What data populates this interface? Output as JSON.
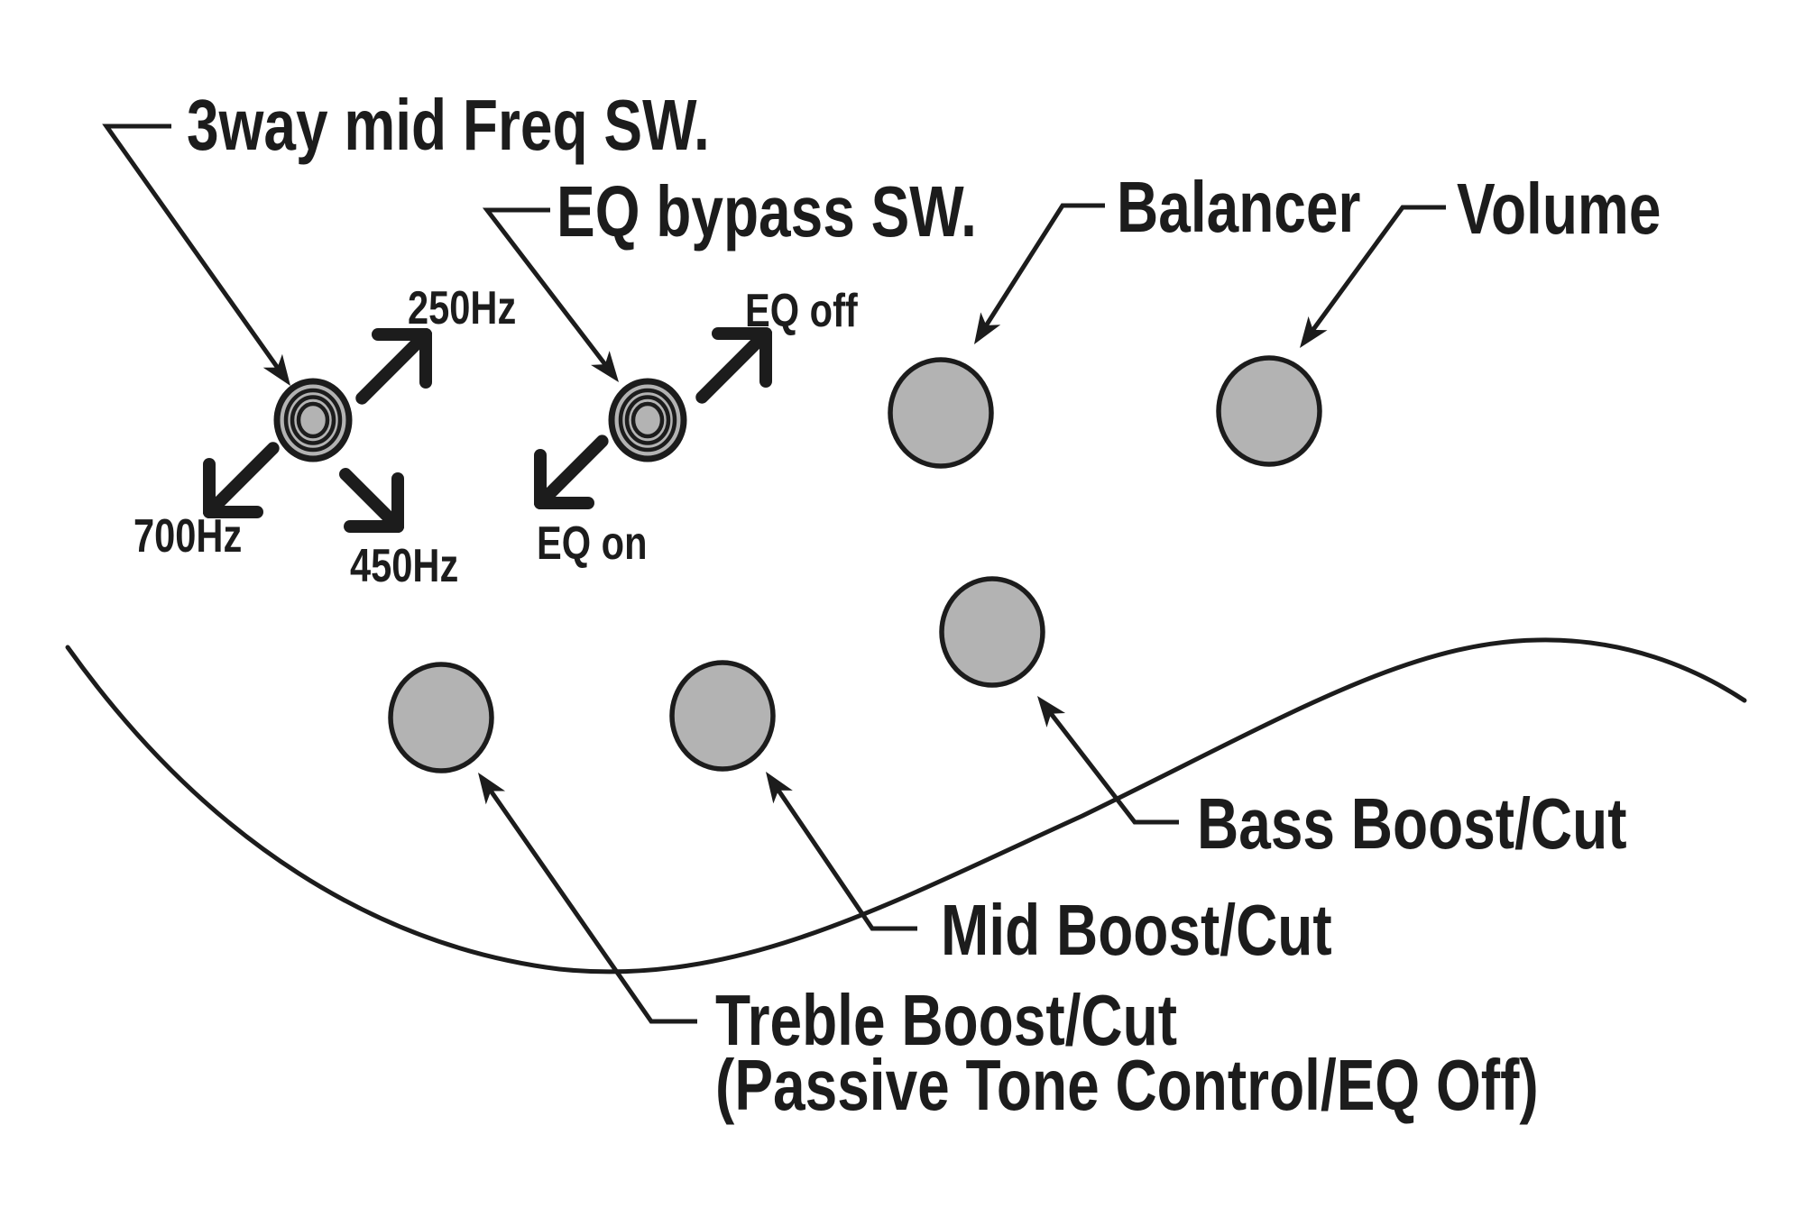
{
  "labels": {
    "freq_switch": "3way mid Freq SW.",
    "eq_bypass": "EQ bypass SW.",
    "balancer": "Balancer",
    "volume": "Volume",
    "bass": "Bass Boost/Cut",
    "mid": "Mid Boost/Cut",
    "treble_line1": "Treble Boost/Cut",
    "treble_line2": "(Passive Tone Control/EQ Off)",
    "freq_250": "250Hz",
    "freq_700": "700Hz",
    "freq_450": "450Hz",
    "eq_off": "EQ off",
    "eq_on": "EQ on"
  },
  "knobs": [
    {
      "id": "mid-freq-switch",
      "label": "3way mid Freq SW.",
      "type": "rotary-switch"
    },
    {
      "id": "eq-bypass-switch",
      "label": "EQ bypass SW.",
      "type": "rotary-switch"
    },
    {
      "id": "balancer",
      "label": "Balancer",
      "type": "pot"
    },
    {
      "id": "volume",
      "label": "Volume",
      "type": "pot"
    },
    {
      "id": "bass",
      "label": "Bass Boost/Cut",
      "type": "pot"
    },
    {
      "id": "mid",
      "label": "Mid Boost/Cut",
      "type": "pot"
    },
    {
      "id": "treble",
      "label": "Treble Boost/Cut (Passive Tone Control/EQ Off)",
      "type": "pot"
    }
  ],
  "colors": {
    "ink": "#1c1c1c",
    "knob_fill": "#b3b3b3",
    "background": "#ffffff"
  }
}
